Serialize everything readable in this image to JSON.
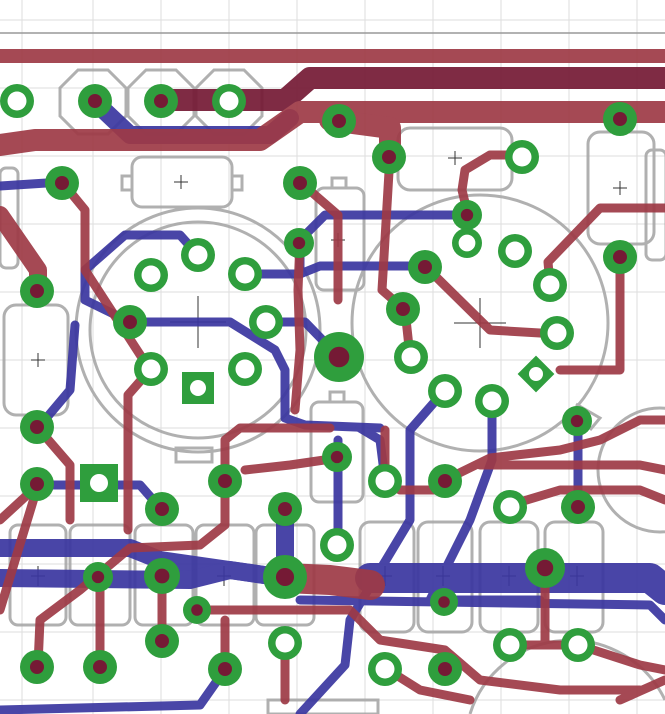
{
  "board": {
    "view": "pcb-layout",
    "layers": [
      {
        "name": "top-copper",
        "color": "#9e3a46"
      },
      {
        "name": "top-copper-wide",
        "color": "#751a35"
      },
      {
        "name": "bottom-copper",
        "color": "#3a36a0"
      },
      {
        "name": "pads",
        "color": "#2f9e3d"
      },
      {
        "name": "silkscreen",
        "color": "#a8a8a8"
      },
      {
        "name": "grid",
        "color": "#dddddd"
      }
    ]
  }
}
